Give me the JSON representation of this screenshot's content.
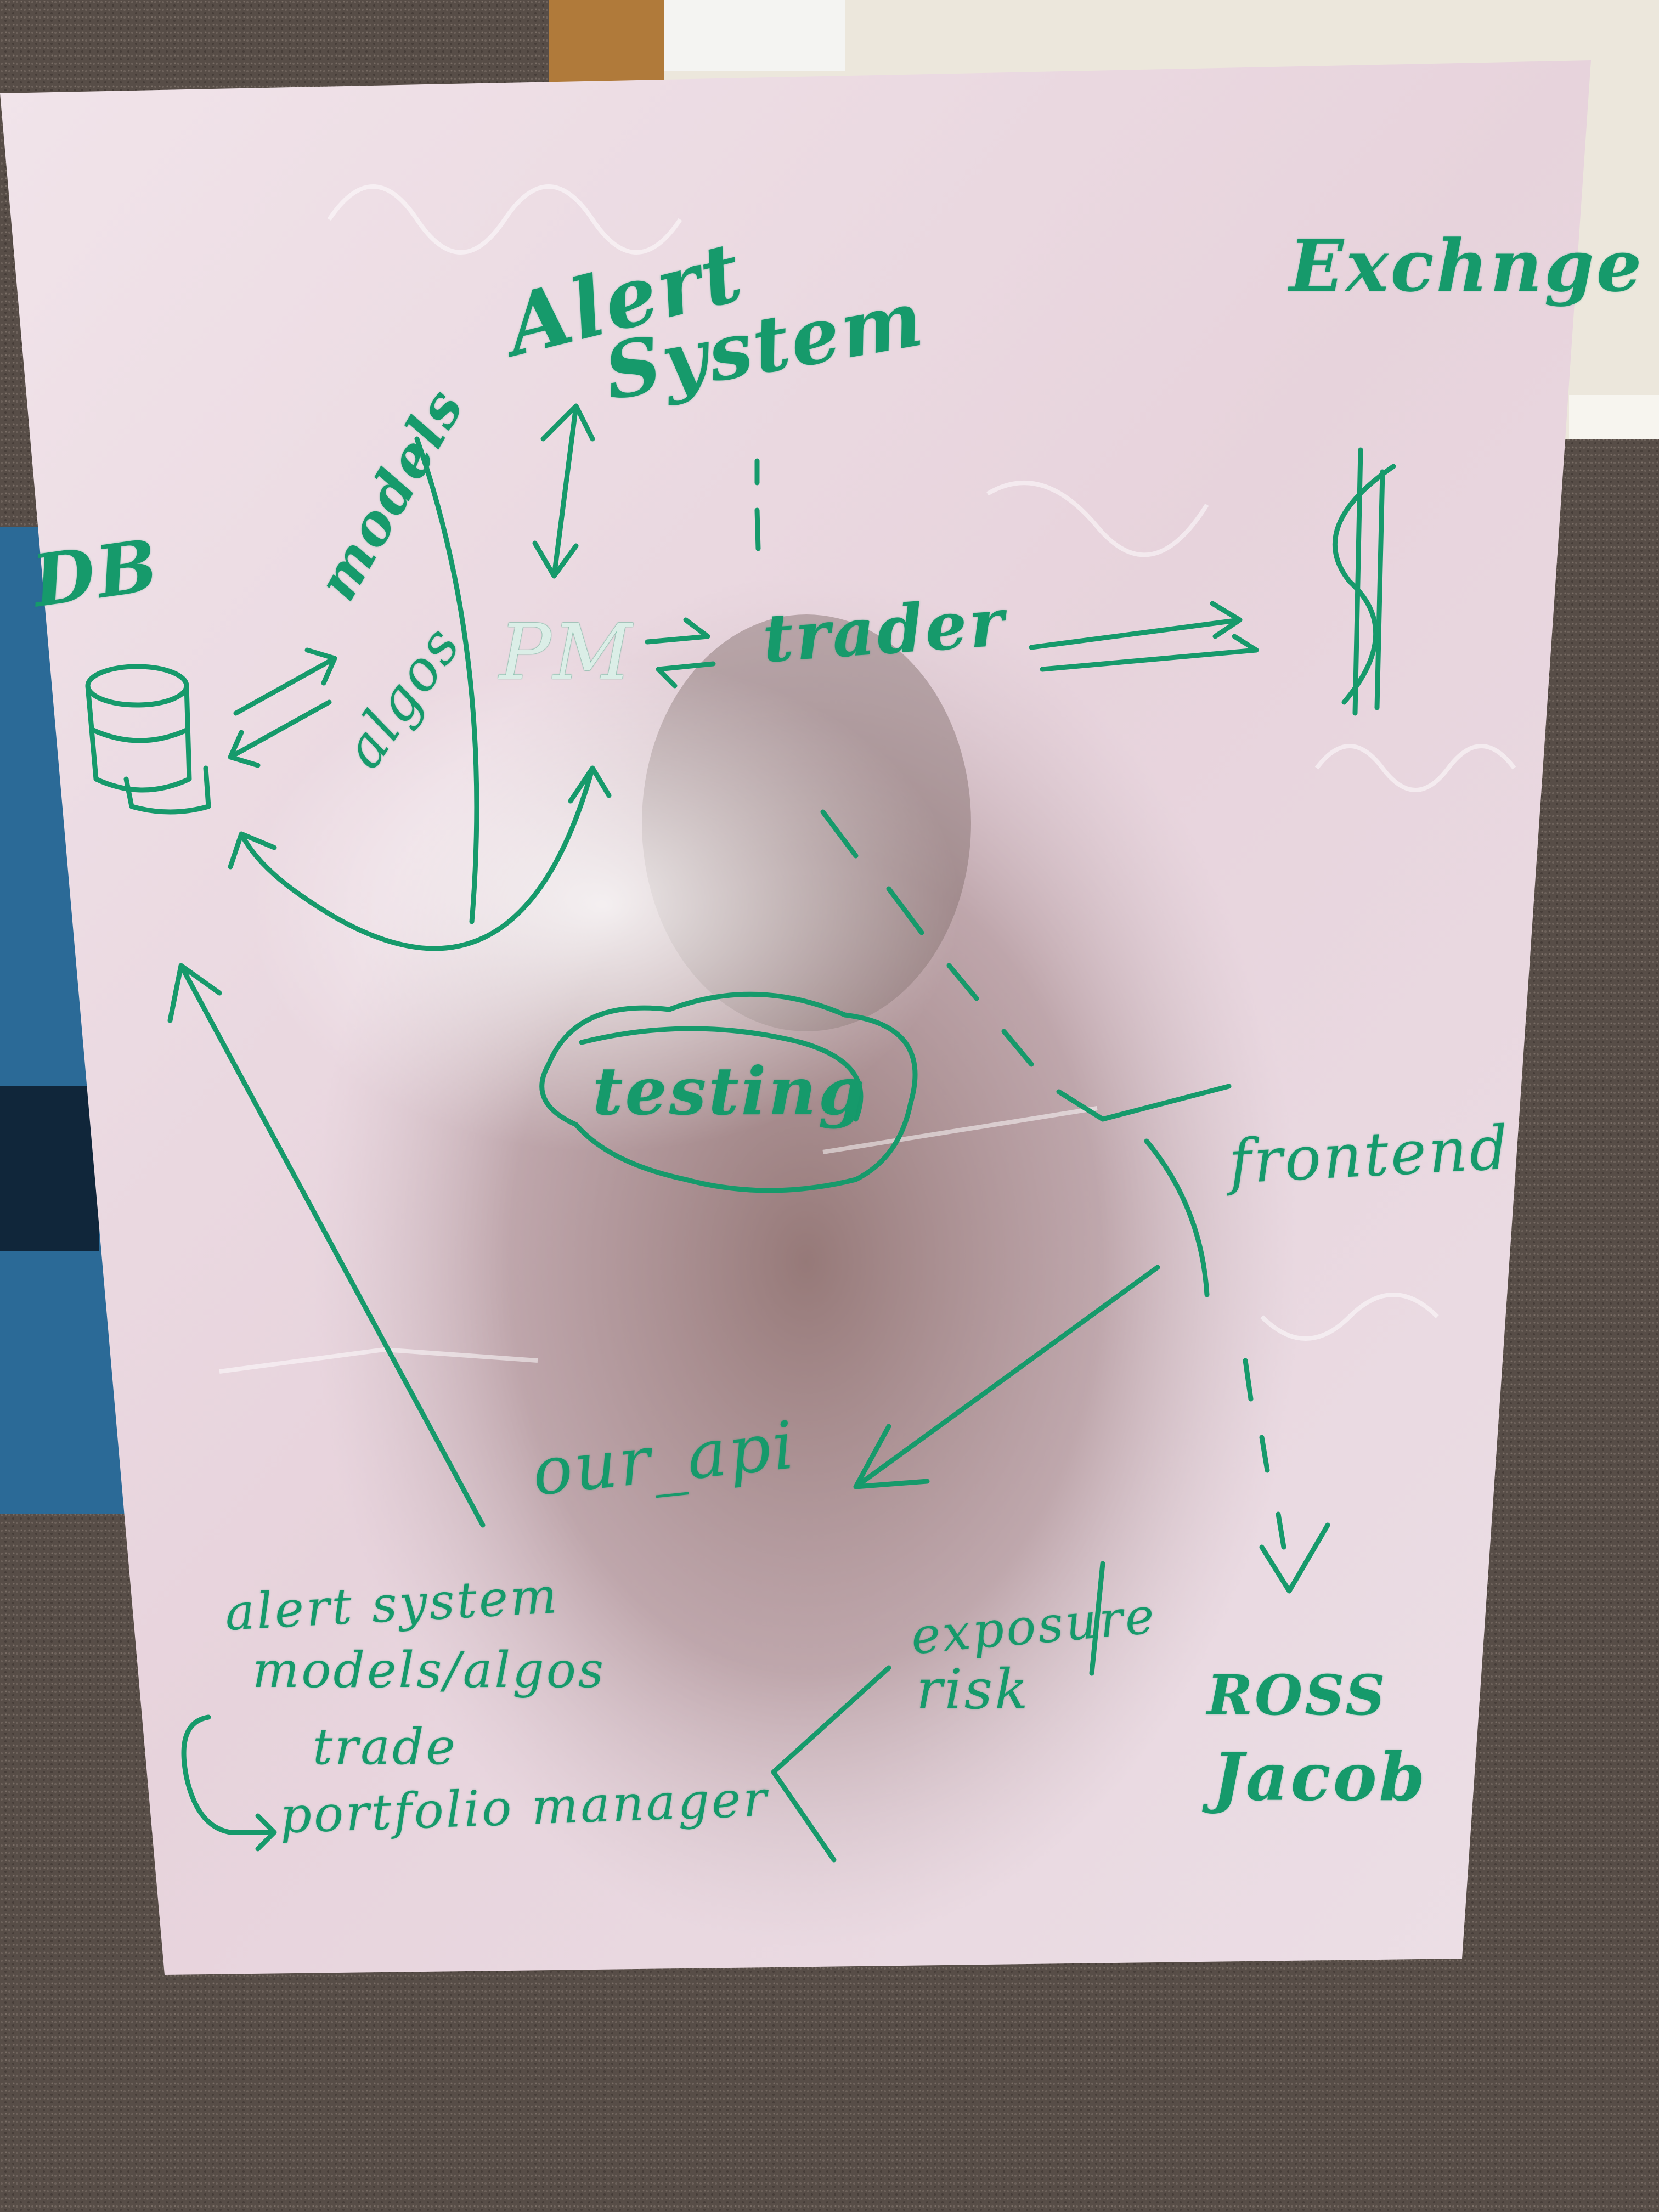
{
  "whiteboard": {
    "ink_color": "#169a6b",
    "labels": {
      "alert": "Alert",
      "system": "System",
      "exchange": "Exchnge",
      "db": "DB",
      "models": "models",
      "algos": "algos",
      "pm": "PM",
      "trader": "trader",
      "testing": "testing",
      "frontend": "frontend",
      "our_api": "our_api",
      "ross": "ROSS",
      "jacob": "Jacob",
      "exposure": "exposure",
      "risk": "risk"
    },
    "component_list": [
      "alert system",
      "models/algos",
      "trade",
      "portfolio manager"
    ],
    "icons": [
      "database-icon",
      "dollar-sign-icon",
      "cloud-bubble-icon"
    ]
  }
}
